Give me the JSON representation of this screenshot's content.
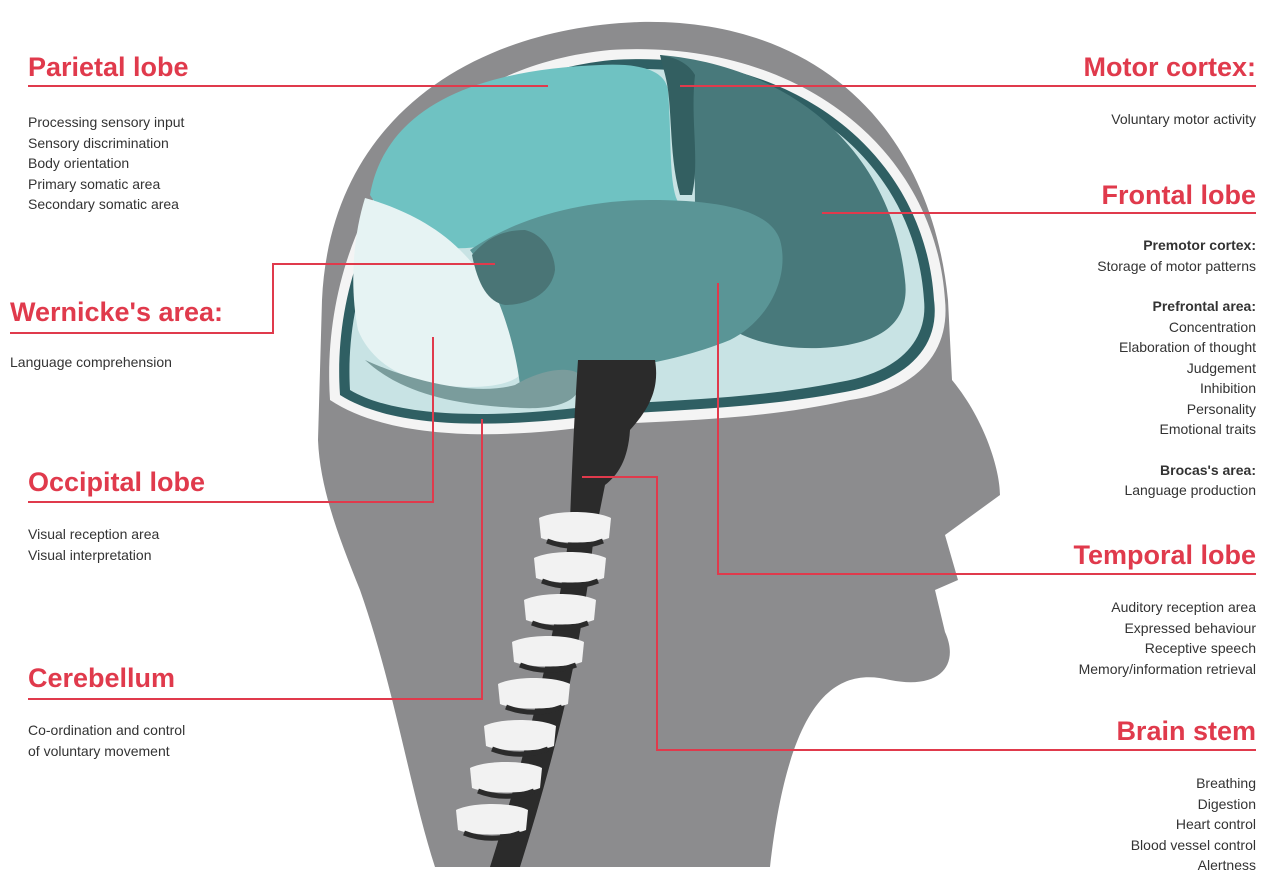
{
  "colors": {
    "accent": "#e03a4c",
    "head": "#8c8c8e",
    "skull_ring": "#2f5f63",
    "brain_light": "#c8e3e4",
    "parietal": "#6fc2c2",
    "frontal": "#48797b",
    "temporal": "#5a9596",
    "occipital": "#e6f3f3",
    "spine": "#2b2b2b",
    "vertebra": "#f2f2f2"
  },
  "regions": [
    {
      "id": "parietal",
      "title": "Parietal lobe",
      "lines": [
        "Processing sensory input",
        "Sensory discrimination",
        "Body orientation",
        "Primary somatic area",
        "Secondary somatic area"
      ]
    },
    {
      "id": "wernicke",
      "title": "Wernicke's area:",
      "lines": [
        "Language comprehension"
      ]
    },
    {
      "id": "occipital",
      "title": "Occipital lobe",
      "lines": [
        "Visual reception area",
        "Visual interpretation"
      ]
    },
    {
      "id": "cerebellum",
      "title": "Cerebellum",
      "lines": [
        "Co-ordination and control",
        "of voluntary movement"
      ]
    },
    {
      "id": "motor",
      "title": "Motor cortex:",
      "lines": [
        "Voluntary motor activity"
      ]
    },
    {
      "id": "frontal",
      "title": "Frontal lobe",
      "groups": [
        {
          "subtitle": "Premotor cortex:",
          "lines": [
            "Storage of motor patterns"
          ]
        },
        {
          "subtitle": "Prefrontal area:",
          "lines": [
            "Concentration",
            "Elaboration of thought",
            "Judgement",
            "Inhibition",
            "Personality",
            "Emotional traits"
          ]
        },
        {
          "subtitle": "Brocas's area:",
          "lines": [
            "Language production"
          ]
        }
      ]
    },
    {
      "id": "temporal",
      "title": "Temporal lobe",
      "lines": [
        "Auditory reception area",
        "Expressed behaviour",
        "Receptive speech",
        "Memory/information retrieval"
      ]
    },
    {
      "id": "brainstem",
      "title": "Brain stem",
      "lines": [
        "Breathing",
        "Digestion",
        "Heart control",
        "Blood vessel control",
        "Alertness"
      ]
    }
  ]
}
